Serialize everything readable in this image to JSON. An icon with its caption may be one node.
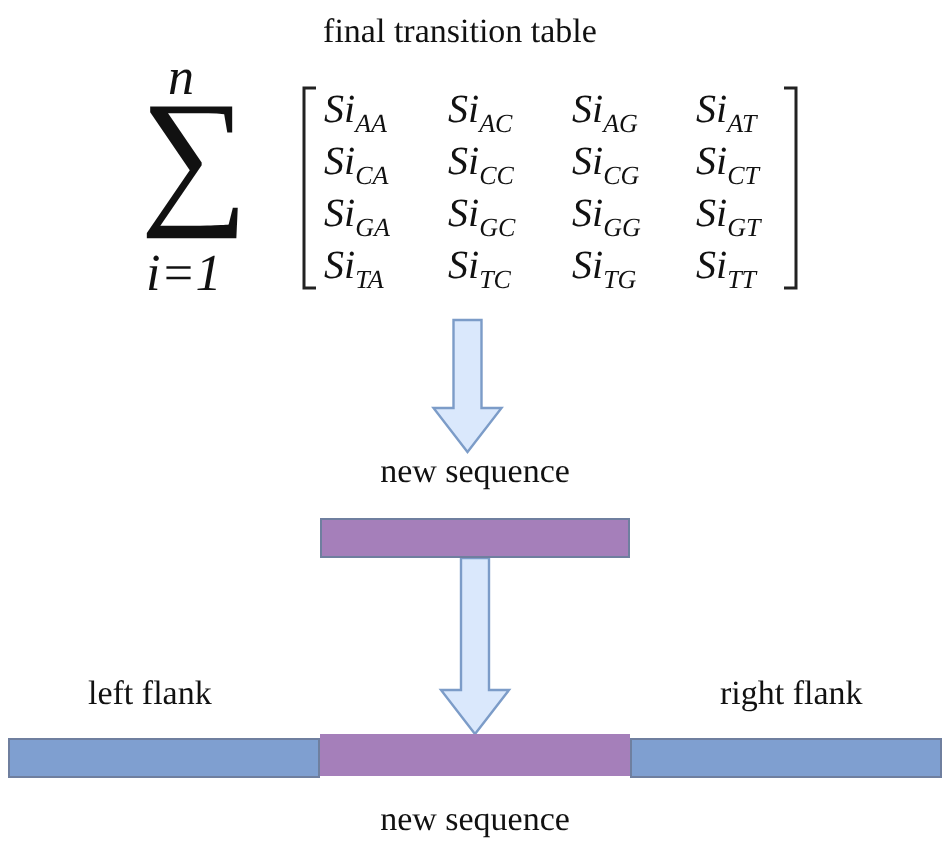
{
  "diagram": {
    "nodes": [
      {
        "text": [
          "final transition table"
        ]
      },
      {
        "text": [
          "new sequence"
        ]
      },
      {
        "text": [
          "left flank"
        ]
      },
      {
        "text": [
          "new sequence"
        ]
      },
      {
        "text": [
          "right flank"
        ]
      }
    ],
    "edges": [
      {
        "from": 0,
        "to": 1,
        "arrow": "to"
      },
      {
        "from": 1,
        "to": 3,
        "arrow": "to"
      }
    ],
    "labels": [
      "n",
      "∑",
      "i=1",
      "Si$_{AA}$",
      "Si$_{AC}$",
      "Si$_{AG}$",
      "Si$_{AT}$",
      "Si$_{CA}$",
      "Si$_{CC}$",
      "Si$_{CG}$",
      "Si$_{CT}$",
      "Si$_{GA}$",
      "Si$_{GC}$",
      "Si$_{GG}$",
      "Si$_{GT}$",
      "Si$_{TA}$",
      "Si$_{TC}$",
      "Si$_{TG}$",
      "Si$_{TT}$"
    ]
  }
}
